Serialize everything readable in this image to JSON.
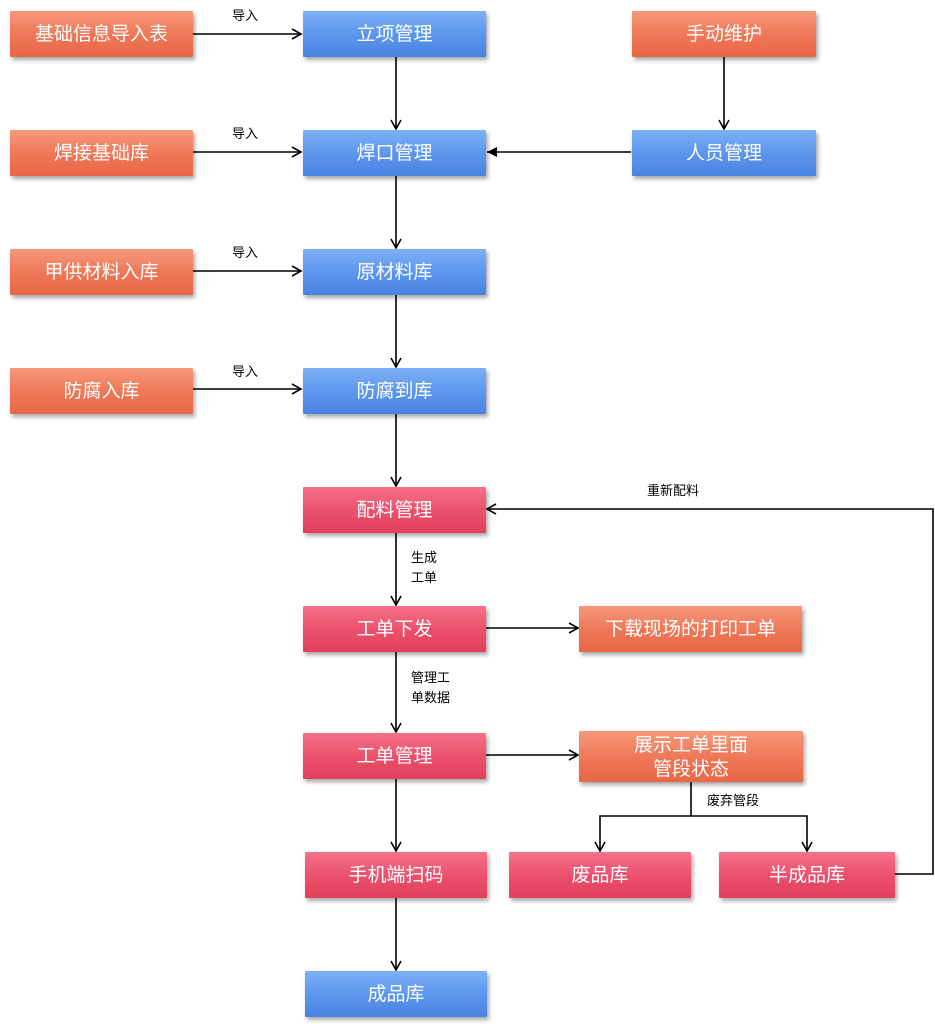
{
  "nodes": {
    "basic_info_import": "基础信息导入表",
    "project_mgmt": "立项管理",
    "manual_maintain": "手动维护",
    "welding_base": "焊接基础库",
    "weld_mgmt": "焊口管理",
    "personnel_mgmt": "人员管理",
    "client_material_in": "甲供材料入库",
    "raw_material_store": "原材料库",
    "anticorrosion_in": "防腐入库",
    "anticorrosion_arrival": "防腐到库",
    "material_mgmt": "配料管理",
    "work_order_issue": "工单下发",
    "download_print": "下载现场的打印工单",
    "work_order_mgmt": "工单管理",
    "show_pipe_status": "展示工单里面\n管段状态",
    "mobile_scan": "手机端扫码",
    "scrap_store": "废品库",
    "semi_finished_store": "半成品库",
    "finished_store": "成品库"
  },
  "edge_labels": {
    "import_1": "导入",
    "import_2": "导入",
    "import_3": "导入",
    "import_4": "导入",
    "rematch": "重新配料",
    "generate_order": "生成\n工单",
    "manage_order_data": "管理工\n单数据",
    "scrap_pipe": "废弃管段"
  },
  "colors": {
    "orange": "#ee7656",
    "blue": "#5a94ec",
    "red": "#ea4f6a"
  }
}
